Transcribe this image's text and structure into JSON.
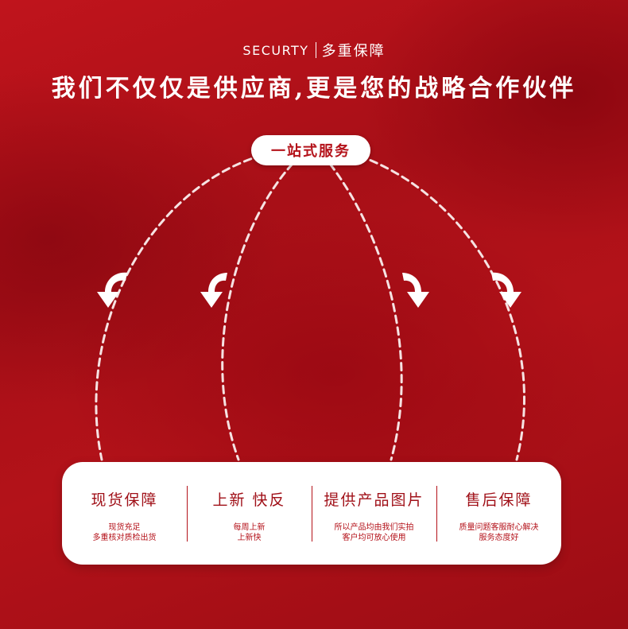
{
  "header": {
    "tag_en": "SECURTY",
    "tag_cn": "多重保障",
    "headline": "我们不仅仅是供应商,更是您的战略合作伙伴"
  },
  "hub": {
    "label": "一站式服务"
  },
  "features": [
    {
      "title": "现货保障",
      "desc_lines": [
        "现货充足",
        "多重核对质检出货"
      ]
    },
    {
      "title": "上新 快反",
      "desc_lines": [
        "每周上新",
        "上新快"
      ]
    },
    {
      "title": "提供产品图片",
      "desc_lines": [
        "所以产品均由我们实拍",
        "客户均可放心使用"
      ]
    },
    {
      "title": "售后保障",
      "desc_lines": [
        "质量问题客服耐心解决",
        "服务态度好"
      ]
    }
  ],
  "colors": {
    "background": "#b31219",
    "accent": "#b4121a",
    "card": "#ffffff"
  },
  "icons": [
    "curved-arrow-left-icon",
    "curved-arrow-left-icon",
    "curved-arrow-right-icon",
    "curved-arrow-right-icon"
  ]
}
